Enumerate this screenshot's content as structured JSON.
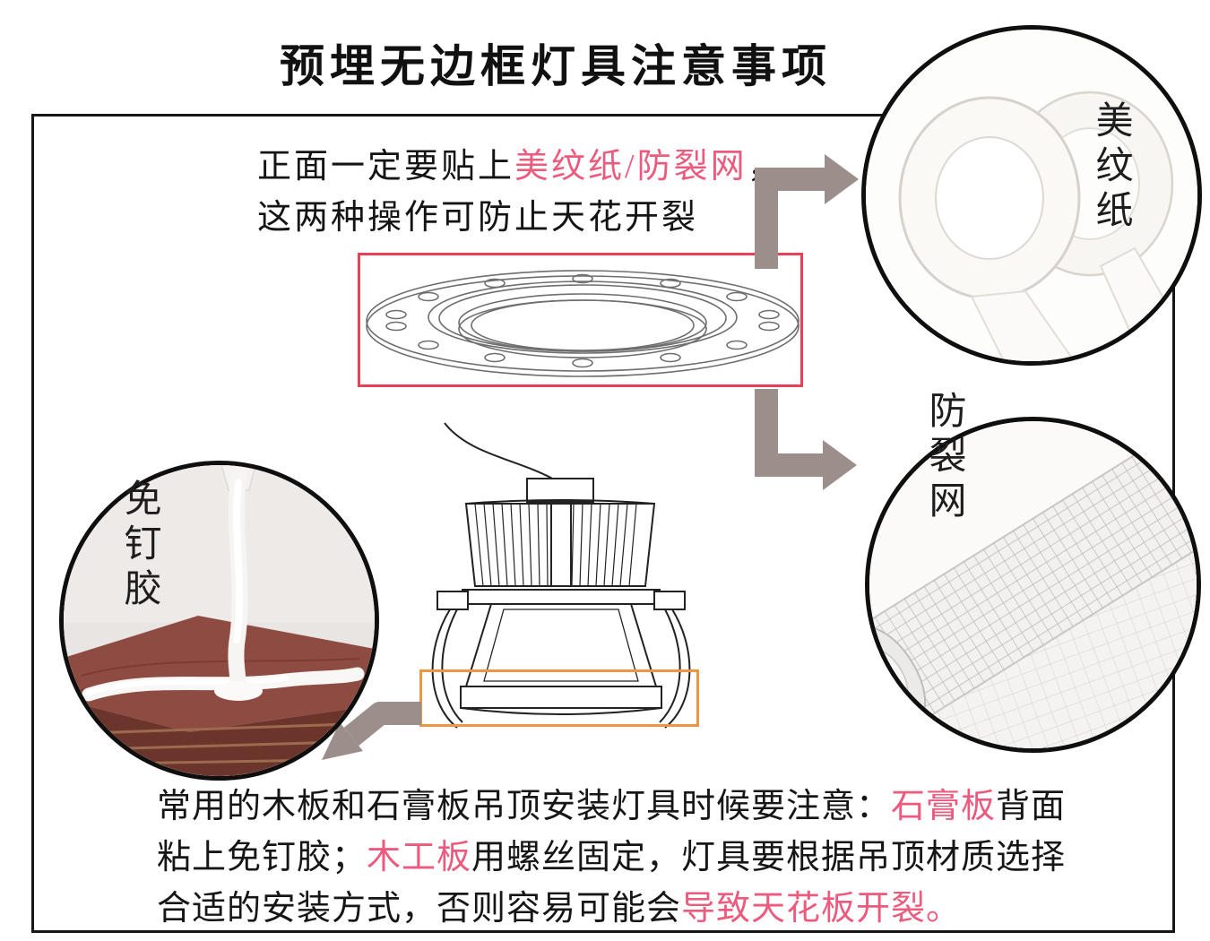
{
  "title": "预埋无边框灯具注意事项",
  "colors": {
    "highlight": "#ec5a7d",
    "red_box": "#e94057",
    "orange_box": "#f0953f",
    "arrow": "#9c8e8b"
  },
  "top_note": {
    "seg_black1": "正面一定要贴上",
    "seg_pink": "美纹纸/防裂网",
    "seg_black2": "，",
    "line2": "这两种操作可防止天花开裂"
  },
  "circle_labels": {
    "masking_tape": "美纹纸",
    "anti_crack_mesh": "防裂网",
    "nail_free_glue": "免钉胶"
  },
  "bottom_note": {
    "seg1": "常用的木板和石膏板吊顶安装灯具时候要注意：",
    "seg2": "石膏板",
    "seg3": "背面粘上免钉胶；",
    "seg4": "木工板",
    "seg5": "用螺丝固定，灯具要根据吊顶材质选择合适的安装方式，否则容易可能会",
    "seg6": "导致天花板开裂。"
  }
}
